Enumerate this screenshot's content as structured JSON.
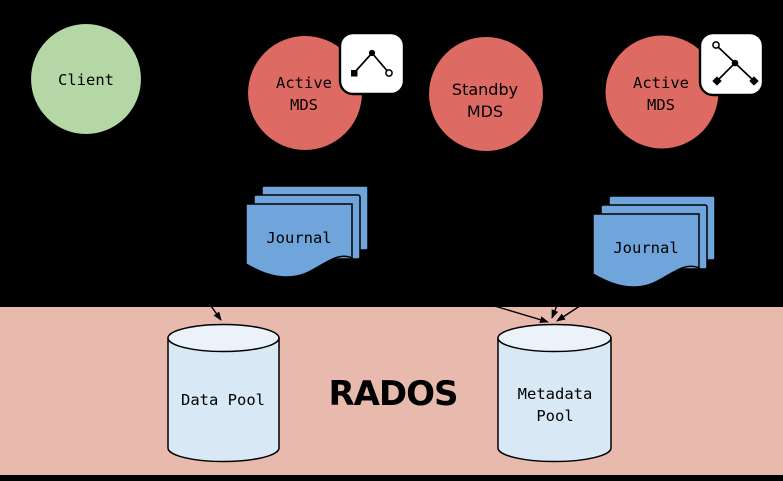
{
  "diagram_title": "CephFS MDS / RADOS architecture diagram",
  "colors": {
    "background": "#000000",
    "rados_band": "#e8b9ad",
    "client_green": "#b5d6a5",
    "mds_red": "#dd6b63",
    "journal_blue": "#6fa5da",
    "pool_body": "#d9e8f5",
    "pool_top": "#ecf2fa",
    "badge_bg": "#ffffff",
    "line": "#000000"
  },
  "nodes": {
    "client": {
      "label": "Client"
    },
    "active_mds_1": {
      "label_line1": "Active",
      "label_line2": "MDS",
      "badge_icon": "polyline-chevron-icon"
    },
    "standby_mds": {
      "label_line1": "Standby",
      "label_line2": "MDS"
    },
    "active_mds_2": {
      "label_line1": "Active",
      "label_line2": "MDS",
      "badge_icon": "subtree-branch-icon"
    },
    "journal_1": {
      "label": "Journal"
    },
    "journal_2": {
      "label": "Journal"
    },
    "rados": {
      "label": "RADOS"
    },
    "data_pool": {
      "label": "Data Pool"
    },
    "metadata_pool": {
      "label_line1": "Metadata",
      "label_line2": "Pool"
    }
  },
  "edges": [
    {
      "from": "client",
      "to": "data_pool"
    },
    {
      "from": "journal_1",
      "to": "metadata_pool"
    },
    {
      "from": "active_mds_2",
      "to": "metadata_pool"
    },
    {
      "from": "journal_2",
      "to": "metadata_pool"
    }
  ]
}
